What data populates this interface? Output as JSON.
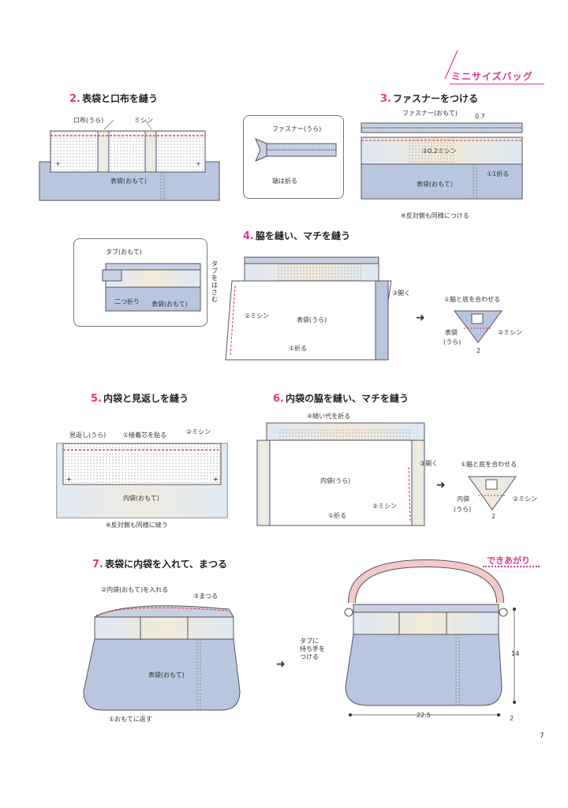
{
  "header": {
    "title": "ミニサイズバッグ"
  },
  "steps": {
    "s2": {
      "num": "2.",
      "title": "表袋と口布を縫う",
      "labels": {
        "kuchi": "口布(うら)",
        "mishin": "ミシン",
        "omote": "表袋(おもて)"
      }
    },
    "s3": {
      "num": "3.",
      "title": "ファスナーをつける",
      "labels": {
        "fastener_ura": "ファスナー(うら)",
        "hashi": "端は折る",
        "fastener_omote": "ファスナー(おもて)",
        "gap": "0.7",
        "mishin": "②0.2ミシン",
        "oru": "①1折る",
        "omote": "表袋(おもて)",
        "note": "※反対側も同様につける"
      }
    },
    "s4": {
      "num": "4.",
      "title": "脇を縫い、マチを縫う",
      "labels": {
        "tab_omote": "タブ(おもて)",
        "futatsu": "二つ折り",
        "omote": "表袋(おもて)",
        "tab_hasamu": "タブをはさむ",
        "mishin": "②ミシン",
        "ura": "表袋(うら)",
        "oru": "①折る",
        "hiraku": "③開く",
        "waki": "①脇と底を合わせる",
        "omote2": "表袋",
        "ura2": "(うら)",
        "mishin2": "②ミシン",
        "dim2": "2"
      }
    },
    "s5": {
      "num": "5.",
      "title": "内袋と見返しを縫う",
      "labels": {
        "mikaeshi": "見返し(うら)",
        "secchaku": "①接着芯を貼る",
        "mishin": "②ミシン",
        "uchi": "内袋(おもて)",
        "note": "※反対側も同様に縫う"
      }
    },
    "s6": {
      "num": "6.",
      "title": "内袋の脇を縫い、マチを縫う",
      "labels": {
        "nuishiro": "④縫い代を折る",
        "hiraku": "③開く",
        "uchi": "内袋(うら)",
        "mishin": "②ミシン",
        "oru": "①折る",
        "waki": "①脇と底を合わせる",
        "uchi2": "内袋",
        "ura2": "(うら)",
        "mishin2": "②ミシン",
        "dim2": "2"
      }
    },
    "s7": {
      "num": "7.",
      "title": "表袋に内袋を入れて、まつる",
      "labels": {
        "ireru": "②内袋(おもて)を入れる",
        "matsuru": "③まつる",
        "omote": "表袋(おもて)",
        "kaesu": "①おもてに返す"
      }
    }
  },
  "finished": {
    "title": "できあがり",
    "tab": "タブに",
    "tab2": "持ち手を",
    "tab3": "つける",
    "width": "22.5",
    "height": "14",
    "depth": "2"
  },
  "page": {
    "number": "7"
  },
  "colors": {
    "accent": "#e0368a",
    "bag_blue": "#b9c6e0",
    "line": "#555555",
    "stitch": "#e03030"
  }
}
